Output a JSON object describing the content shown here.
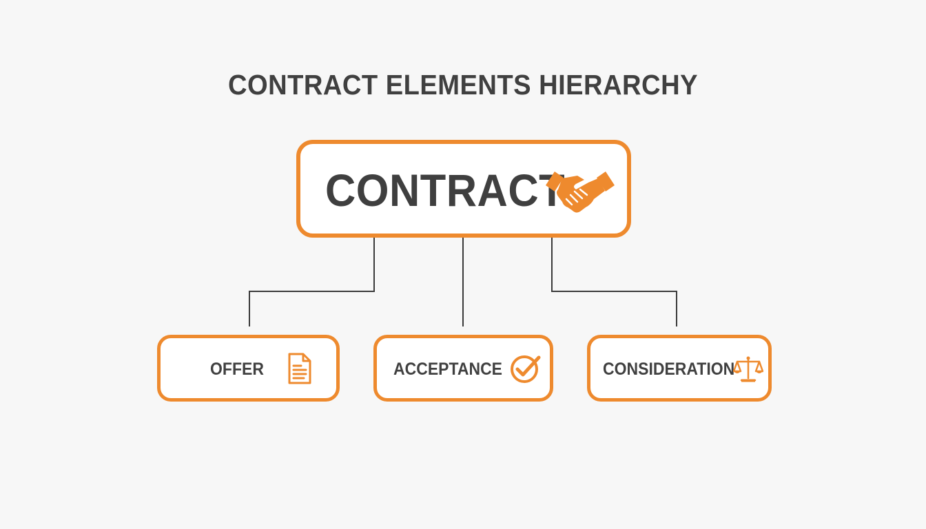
{
  "title": "CONTRACT ELEMENTS HIERARCHY",
  "root": {
    "label": "CONTRACT",
    "icon": "handshake-icon"
  },
  "children": [
    {
      "label": "OFFER",
      "icon": "document-icon"
    },
    {
      "label": "ACCEPTANCE",
      "icon": "check-circle-icon"
    },
    {
      "label": "CONSIDERATION",
      "icon": "scales-icon"
    }
  ],
  "colors": {
    "accent": "#ee8a2e",
    "text": "#404040",
    "connector": "#3a3a3a",
    "background": "#f7f7f7"
  }
}
